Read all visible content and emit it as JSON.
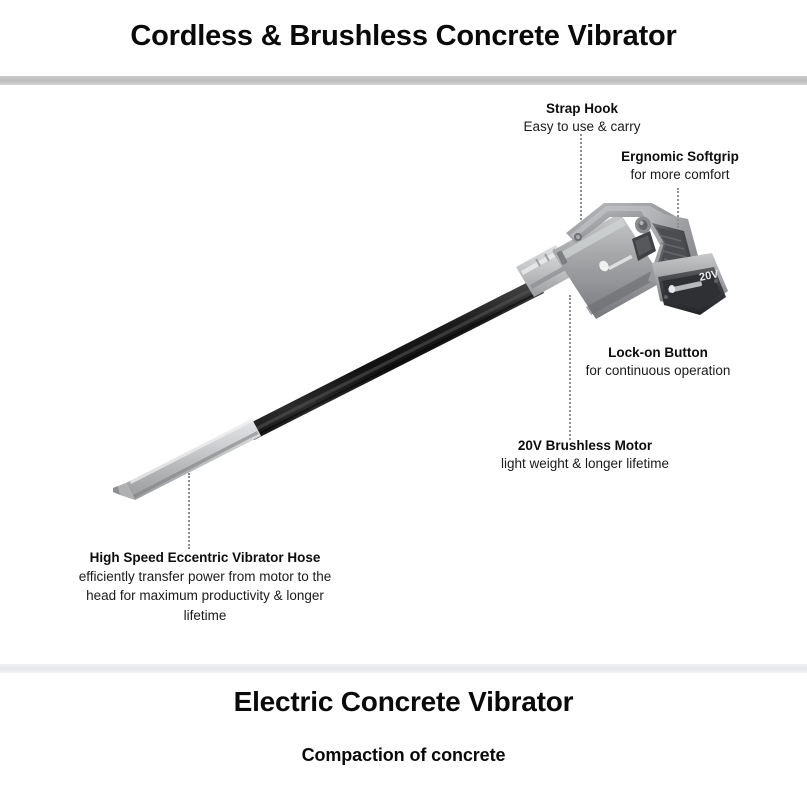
{
  "header": {
    "title": "Cordless & Brushless Concrete Vibrator"
  },
  "footer": {
    "title": "Electric Concrete Vibrator",
    "subtitle": "Compaction of concrete"
  },
  "product": {
    "battery_label": "20V",
    "colors": {
      "housing_light": "#b9bcbe",
      "housing_mid": "#97999c",
      "housing_dark": "#6f7174",
      "hose_black": "#1d1d1d",
      "head_light": "#c8cacb",
      "battery_dark": "#3a3c3f",
      "divider_top": "#bdbdbd",
      "divider_bottom": "#e6e8ea",
      "leader_line": "#8e8e8e"
    }
  },
  "callouts": [
    {
      "id": "strap-hook",
      "title": "Strap Hook",
      "subtitle": "Easy to use & carry"
    },
    {
      "id": "ergonomic-softgrip",
      "title": "Ergnomic Softgrip",
      "subtitle": "for more comfort"
    },
    {
      "id": "lock-on-button",
      "title": "Lock-on Button",
      "subtitle": "for continuous operation"
    },
    {
      "id": "brushless-motor",
      "title": "20V Brushless Motor",
      "subtitle": "light weight & longer lifetime"
    },
    {
      "id": "vibrator-hose",
      "title": "High Speed Eccentric Vibrator Hose",
      "subtitle_line1": "efficiently transfer power from motor to the",
      "subtitle_line2": "head for maximum productivity & longer",
      "subtitle_line3": "lifetime"
    }
  ]
}
